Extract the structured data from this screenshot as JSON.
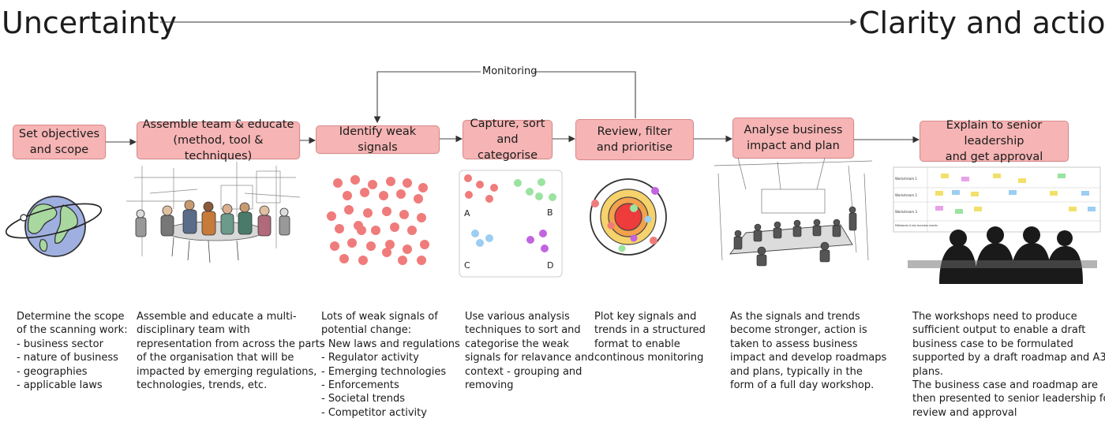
{
  "header": {
    "left_title": "Uncertainty",
    "right_title": "Clarity and action"
  },
  "monitoring_label": "Monitoring",
  "steps": [
    {
      "label_lines": [
        "Set objectives",
        "and scope"
      ]
    },
    {
      "label_lines": [
        "Assemble team & educate",
        "(method, tool & techniques)"
      ]
    },
    {
      "label_lines": [
        "Identify weak signals"
      ]
    },
    {
      "label_lines": [
        "Capture, sort",
        "and categorise"
      ]
    },
    {
      "label_lines": [
        "Review, filter",
        "and prioritise"
      ]
    },
    {
      "label_lines": [
        "Analyse business",
        "impact and plan"
      ]
    },
    {
      "label_lines": [
        "Explain to senior leadership",
        "and get approval"
      ]
    }
  ],
  "descriptions": [
    [
      "Determine the scope",
      "of the scanning work:",
      "- business sector",
      "- nature of business",
      "- geographies",
      "- applicable laws"
    ],
    [
      "Assemble and educate a multi-",
      "disciplinary team with",
      "representation from across the parts",
      "of the organisation that will be",
      "impacted by emerging regulations,",
      "technologies, trends, etc."
    ],
    [
      "Lots of weak signals of",
      "potential change:",
      "- New laws and regulations",
      "- Regulator activity",
      "- Emerging technologies",
      "- Enforcements",
      "- Societal trends",
      "- Competitor activity"
    ],
    [
      "Use various analysis",
      "techniques to sort and",
      "categorise the weak",
      "signals for relavance and",
      "context - grouping and",
      "removing"
    ],
    [
      "Plot key signals and",
      "trends in a structured",
      "format to enable",
      "continous monitoring"
    ],
    [
      "As the signals and trends",
      "become stronger, action is",
      "taken to assess business",
      "impact and develop roadmaps",
      "and plans, typically in the",
      "form of a full day workshop."
    ],
    [
      "The workshops need to produce",
      "sufficient output to enable a draft",
      "business case to be formulated",
      "supported by a draft roadmap and A3",
      "plans.",
      "The business case and roadmap are",
      "then presented to senior leadership for",
      "review and approval"
    ]
  ],
  "cluster_labels": [
    "A",
    "B",
    "C",
    "D"
  ],
  "roadmap": {
    "row_labels": [
      "Workstream 1",
      "Workstream 2",
      "Workstream 3",
      "Milestones & key business events"
    ]
  },
  "colors": {
    "step_fill": "#f6b4b4",
    "signal_red": "#f07b7b",
    "cluster_green": "#9be3a0",
    "cluster_blue": "#9ccdf2",
    "cluster_purple": "#c264e0",
    "radar_yellow": "#f5d26b",
    "radar_orange": "#f3a14c"
  }
}
